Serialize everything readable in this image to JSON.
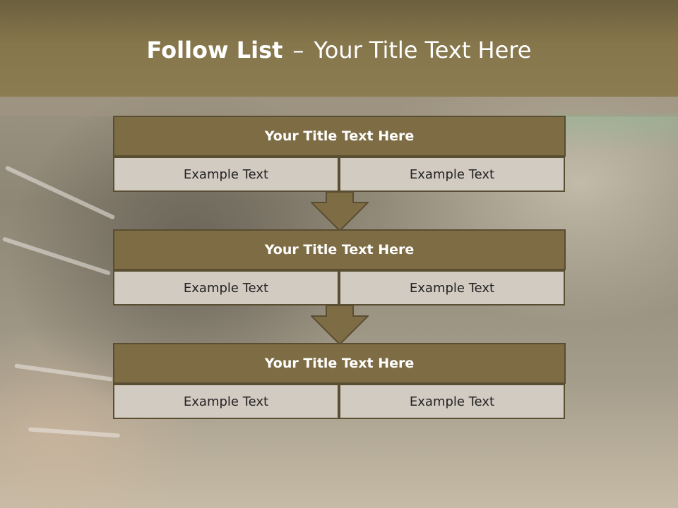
{
  "slide": {
    "title_bold": "Follow List",
    "title_separator": "–",
    "title_rest": "Your Title Text Here"
  },
  "steps": [
    {
      "title": "Your Title Text Here",
      "left": "Example Text",
      "right": "Example Text"
    },
    {
      "title": "Your Title Text Here",
      "left": "Example Text",
      "right": "Example Text"
    },
    {
      "title": "Your Title Text Here",
      "left": "Example Text",
      "right": "Example Text"
    }
  ],
  "colors": {
    "header": "#86764c",
    "block_title": "#7e6c45",
    "block_cell": "#d2cbc2",
    "border": "#5a4e32",
    "arrow": "#7e6c45"
  },
  "icons": {
    "connector": "down-arrow-icon"
  }
}
